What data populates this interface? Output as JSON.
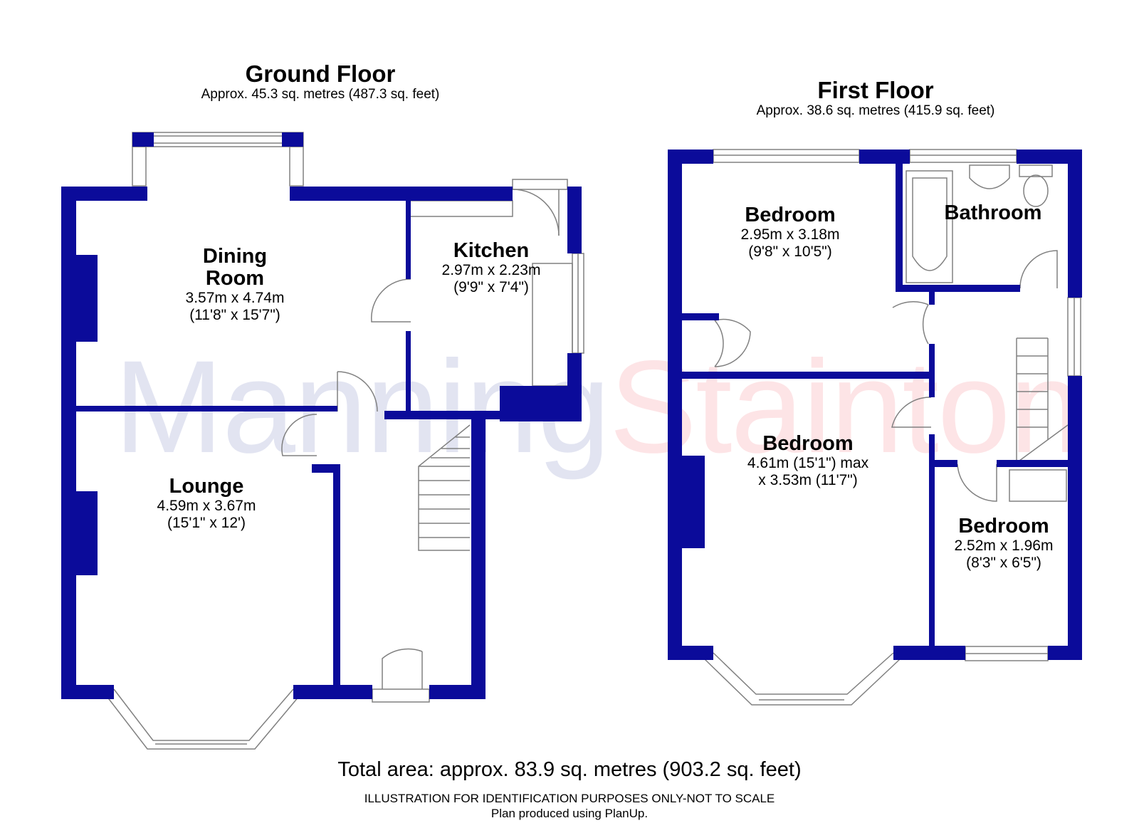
{
  "colors": {
    "wall": "#0b0b9a",
    "line": "#808080",
    "watermark_blue": "#dde0ef",
    "watermark_red": "#fde0e2"
  },
  "watermark": {
    "part1": "Manning",
    "part2": "Stainton"
  },
  "ground_floor": {
    "name": "Ground Floor",
    "area": "Approx. 45.3 sq. metres (487.3 sq. feet)",
    "rooms": {
      "dining": {
        "name_line1": "Dining",
        "name_line2": "Room",
        "dim_metric": "3.57m x 4.74m",
        "dim_imperial": "(11'8\" x 15'7\")"
      },
      "kitchen": {
        "name": "Kitchen",
        "dim_metric": "2.97m x 2.23m",
        "dim_imperial": "(9'9\" x 7'4\")"
      },
      "lounge": {
        "name": "Lounge",
        "dim_metric": "4.59m x 3.67m",
        "dim_imperial": "(15'1\" x 12')"
      }
    }
  },
  "first_floor": {
    "name": "First Floor",
    "area": "Approx. 38.6 sq. metres (415.9 sq. feet)",
    "rooms": {
      "bedroom1": {
        "name": "Bedroom",
        "dim_metric": "2.95m x 3.18m",
        "dim_imperial": "(9'8\" x 10'5\")"
      },
      "bathroom": {
        "name": "Bathroom"
      },
      "bedroom2": {
        "name": "Bedroom",
        "dim_line1": "4.61m (15'1\") max",
        "dim_line2": "x 3.53m (11'7\")"
      },
      "bedroom3": {
        "name": "Bedroom",
        "dim_metric": "2.52m x 1.96m",
        "dim_imperial": "(8'3\" x 6'5\")"
      }
    }
  },
  "footer": {
    "total": "Total area: approx. 83.9 sq. metres (903.2 sq. feet)",
    "disclaimer": "ILLUSTRATION FOR IDENTIFICATION PURPOSES ONLY-NOT TO SCALE",
    "produced": "Plan produced using PlanUp."
  }
}
